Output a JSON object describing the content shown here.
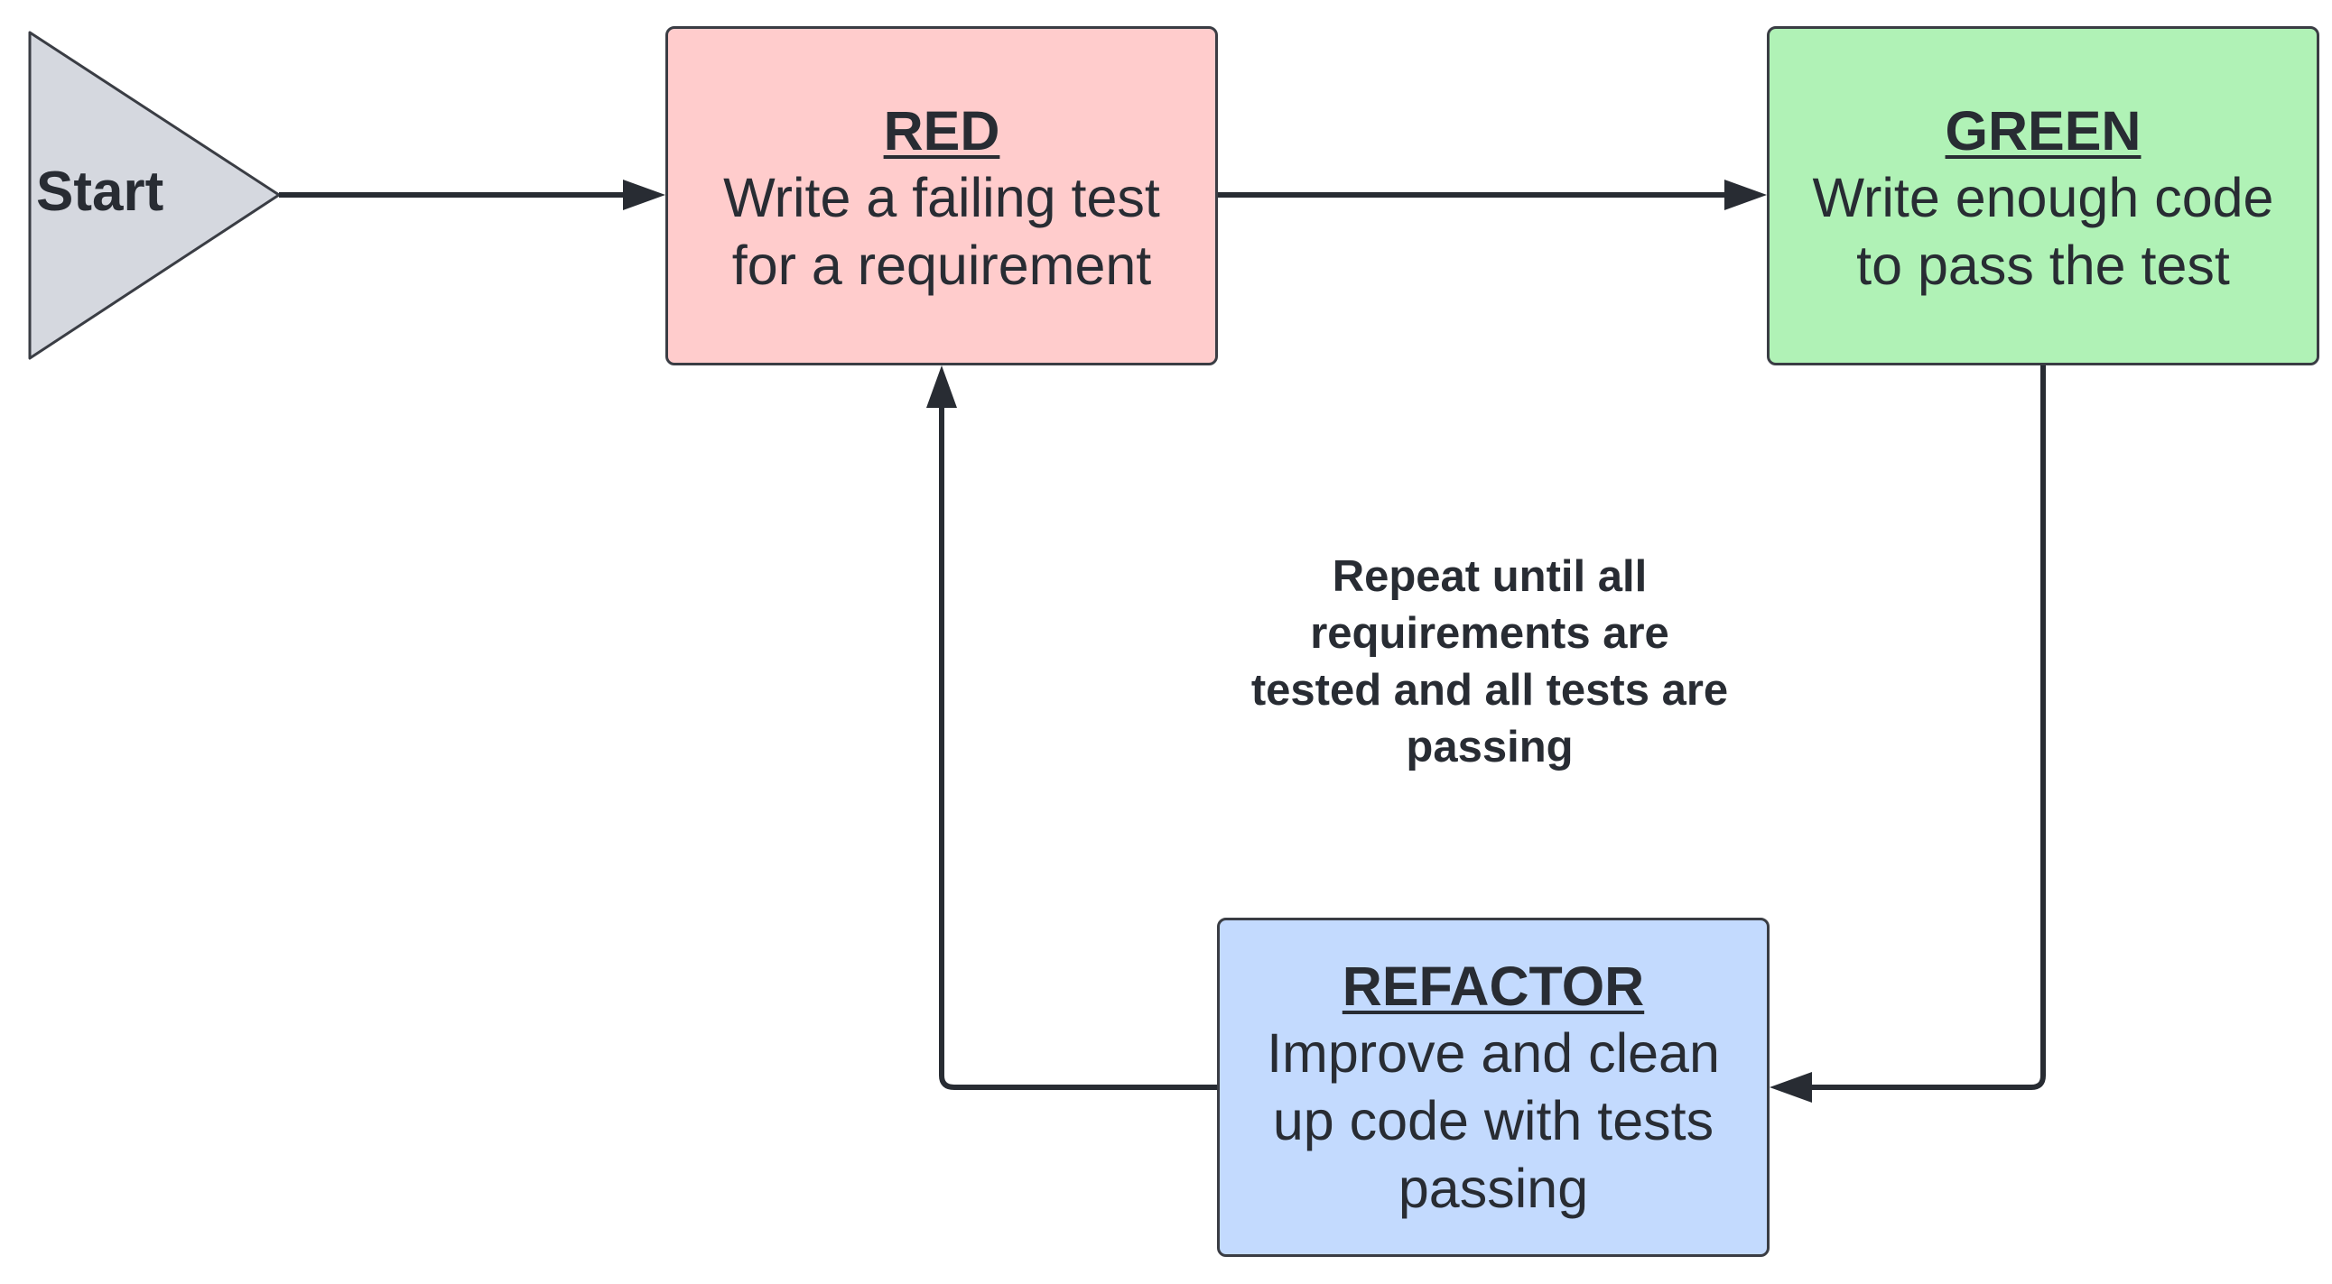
{
  "start": {
    "label": "Start",
    "fill": "#d5d8df"
  },
  "nodes": {
    "red": {
      "title": "RED",
      "body_line1": "Write a failing test",
      "body_line2": "for a requirement",
      "fill": "#ffcccc"
    },
    "green": {
      "title": "GREEN",
      "body_line1": "Write enough code",
      "body_line2": "to pass the test",
      "fill": "#b0f2b6"
    },
    "refactor": {
      "title": "REFACTOR",
      "body_line1": "Improve and clean",
      "body_line2": "up code with tests",
      "body_line3": "passing",
      "fill": "#c3dafe"
    }
  },
  "note": {
    "line1": "Repeat until all",
    "line2": "requirements are",
    "line3": "tested and all tests are",
    "line4": "passing"
  },
  "colors": {
    "stroke": "#282c33"
  }
}
